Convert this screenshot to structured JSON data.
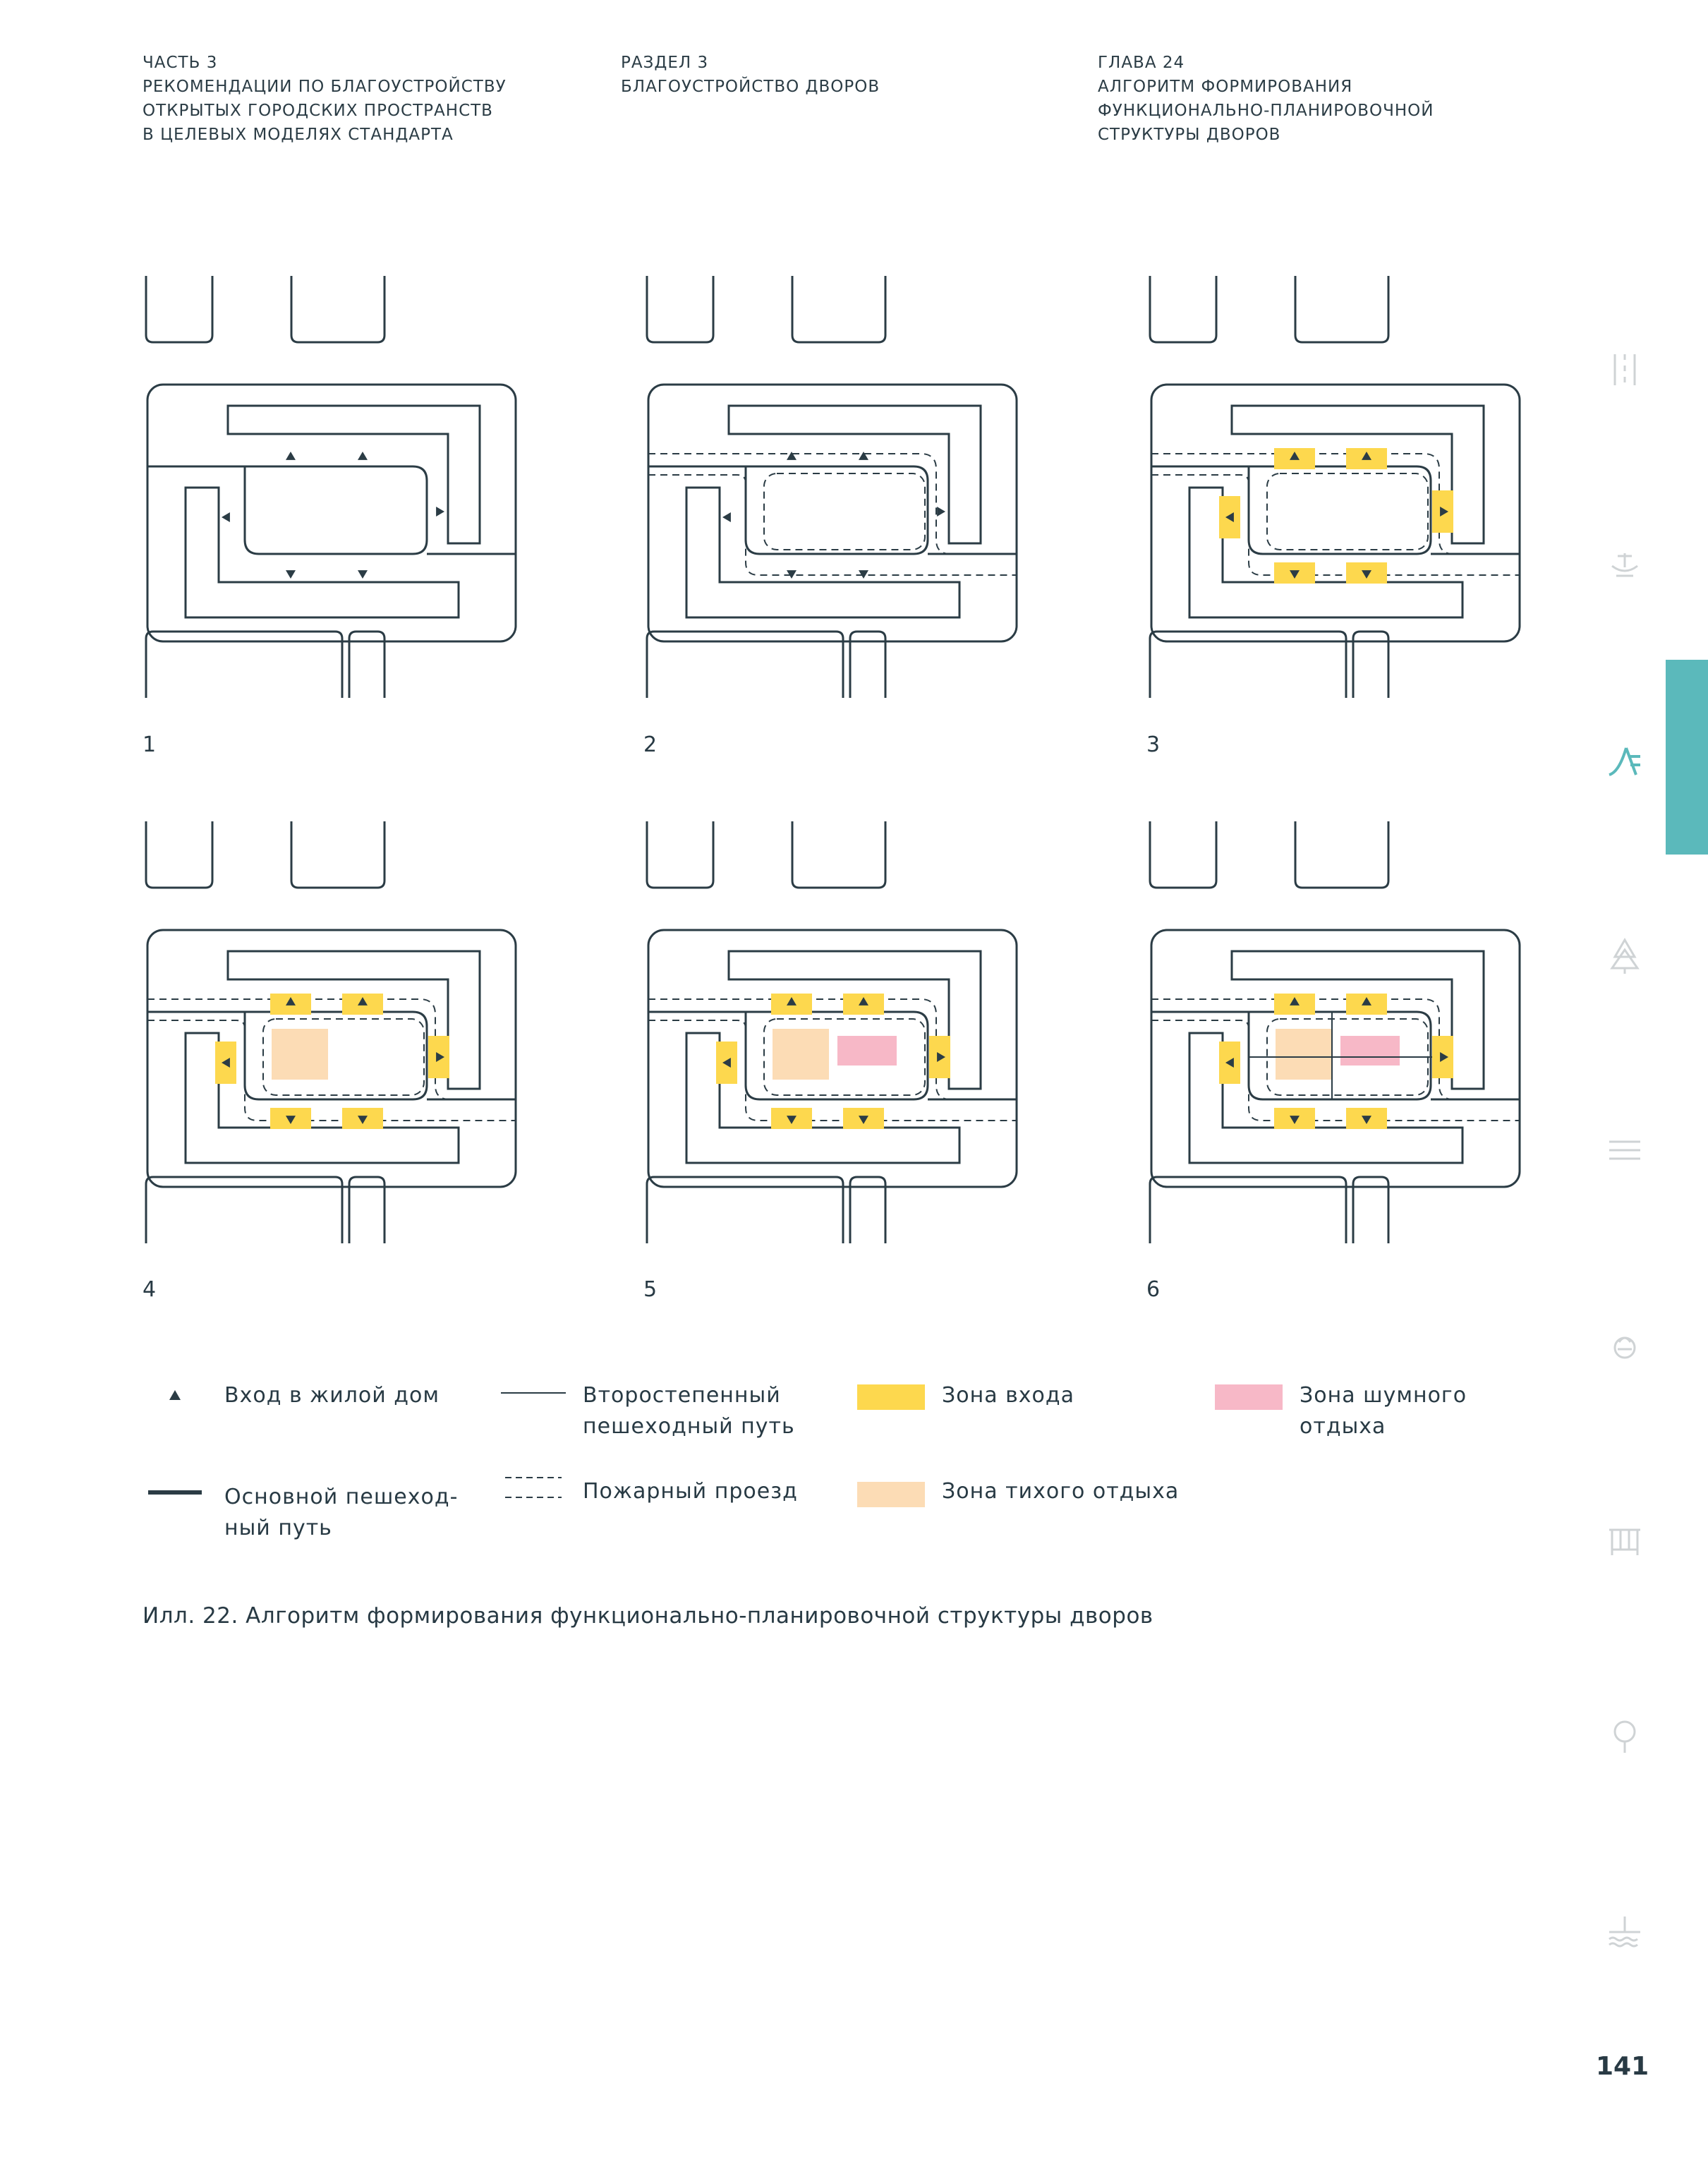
{
  "header": {
    "part": [
      "ЧАСТЬ 3",
      "РЕКОМЕНДАЦИИ ПО БЛАГОУСТРОЙСТВУ",
      "ОТКРЫТЫХ ГОРОДСКИХ ПРОСТРАНСТВ",
      "В ЦЕЛЕВЫХ МОДЕЛЯХ СТАНДАРТА"
    ],
    "section": [
      "РАЗДЕЛ 3",
      "БЛАГОУСТРОЙСТВО ДВОРОВ"
    ],
    "chapter": [
      "ГЛАВА 24",
      "АЛГОРИТМ ФОРМИРОВАНИЯ",
      "ФУНКЦИОНАЛЬНО-ПЛАНИРОВОЧНОЙ",
      "СТРУКТУРЫ ДВОРОВ"
    ]
  },
  "diagrams": [
    {
      "label": "1",
      "fire_lane": false,
      "entry_zones": false,
      "quiet_zone": false,
      "noisy_zone": false,
      "secondary_paths": false
    },
    {
      "label": "2",
      "fire_lane": true,
      "entry_zones": false,
      "quiet_zone": false,
      "noisy_zone": false,
      "secondary_paths": false
    },
    {
      "label": "3",
      "fire_lane": true,
      "entry_zones": true,
      "quiet_zone": false,
      "noisy_zone": false,
      "secondary_paths": false
    },
    {
      "label": "4",
      "fire_lane": true,
      "entry_zones": true,
      "quiet_zone": true,
      "noisy_zone": false,
      "secondary_paths": false
    },
    {
      "label": "5",
      "fire_lane": true,
      "entry_zones": true,
      "quiet_zone": true,
      "noisy_zone": true,
      "secondary_paths": false
    },
    {
      "label": "6",
      "fire_lane": true,
      "entry_zones": true,
      "quiet_zone": true,
      "noisy_zone": true,
      "secondary_paths": true
    }
  ],
  "legend": {
    "entrance": "Вход в жилой дом",
    "secondary_path": [
      "Второстепенный",
      "пешеходный путь"
    ],
    "entry_zone": "Зона входа",
    "noisy_zone": [
      "Зона шумного",
      "отдыха"
    ],
    "main_path": [
      "Основной пешеход-",
      "ный путь"
    ],
    "fire_lane": "Пожарный проезд",
    "quiet_zone": "Зона тихого отдыха"
  },
  "colors": {
    "line": "#2b3c45",
    "entry_zone": "#fdd84e",
    "quiet_zone": "#fcdcb5",
    "noisy_zone": "#f7b8c7",
    "tab": "#5bb9bb",
    "icon": "#cfd3d5"
  },
  "caption": "Илл. 22. Алгоритм формирования функционально-планировочной структуры дворов",
  "page_number": "141",
  "side_icons": [
    "paving-icon",
    "fountain-icon",
    "playground-icon",
    "tree-icon",
    "bench-icon",
    "drinking-fountain-icon",
    "fence-icon",
    "lamp-icon",
    "waterfront-icon"
  ]
}
